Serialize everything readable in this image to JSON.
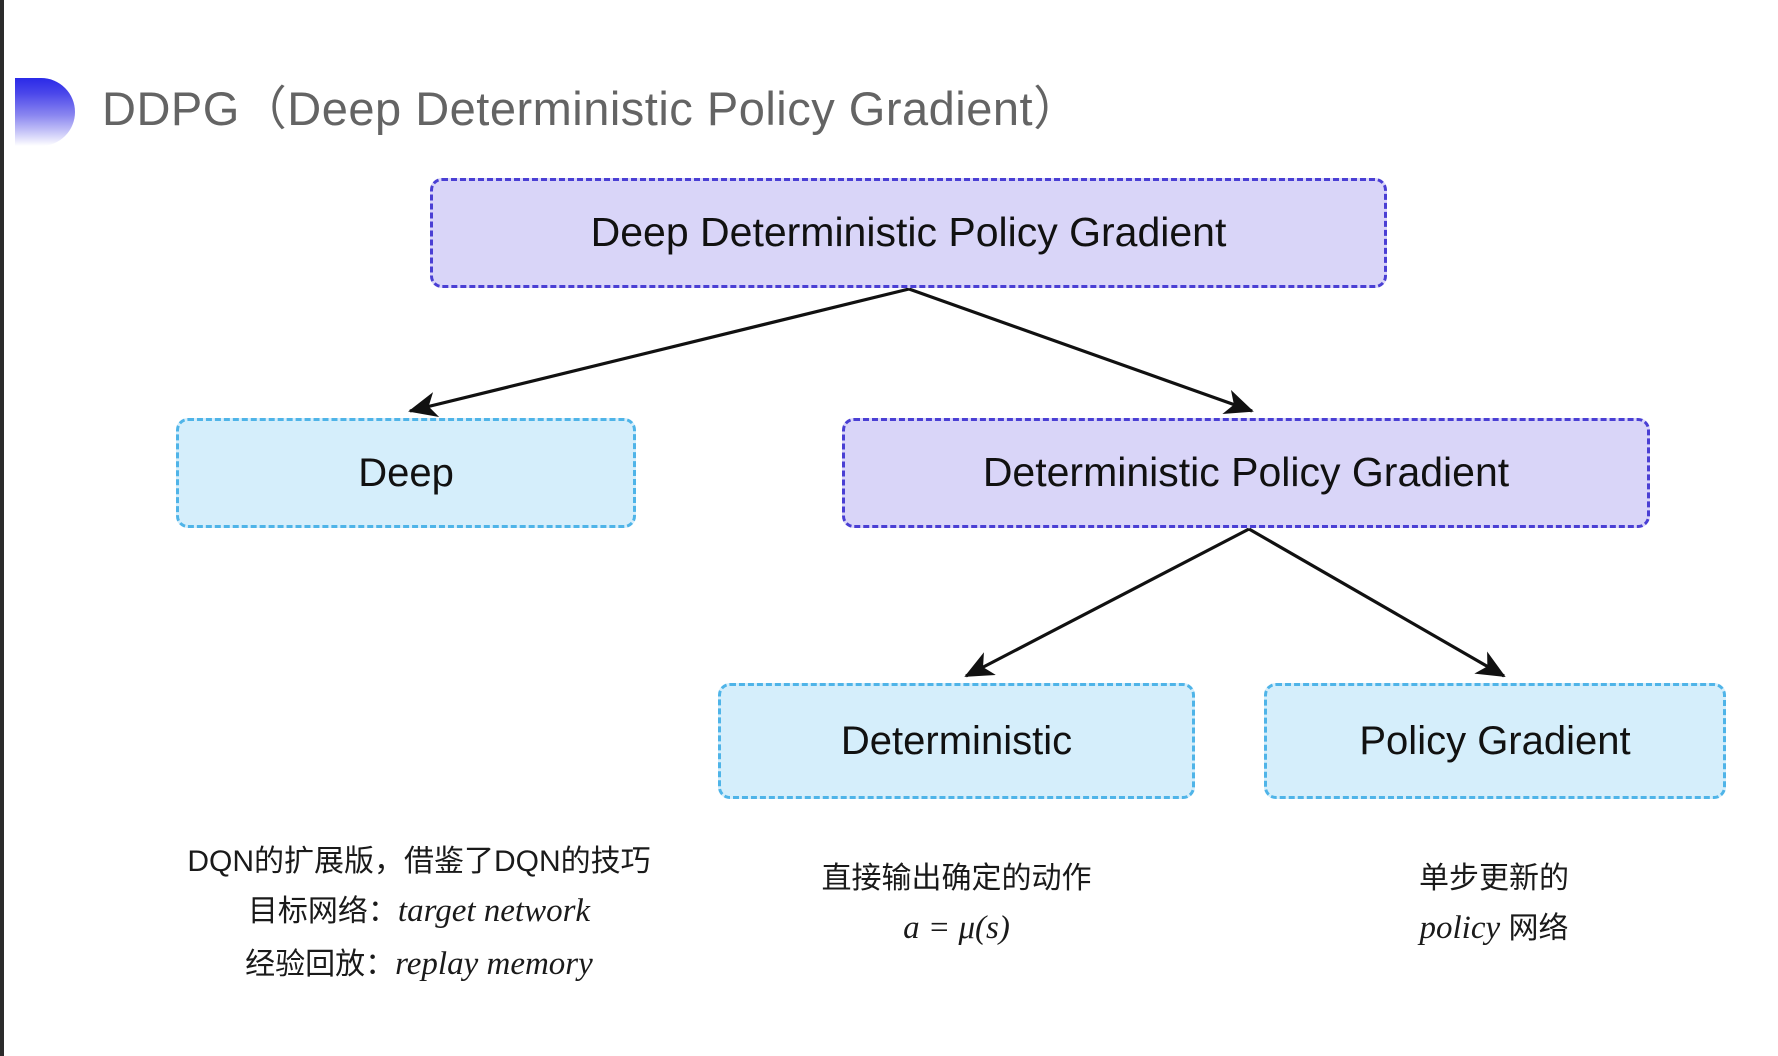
{
  "slide": {
    "title": "DDPG（Deep Deterministic Policy Gradient）",
    "bullet_icon": "half-circle-bullet-icon",
    "title_color": "#646464",
    "background_color": "#ffffff"
  },
  "colors": {
    "purple_fill": "#d9d5f8",
    "purple_border": "#4a3fd4",
    "cyan_fill": "#d5eefb",
    "cyan_border": "#4fb4e8",
    "arrow": "#000000",
    "text": "#111111"
  },
  "diagram": {
    "type": "tree",
    "nodes": {
      "root": {
        "label": "Deep Deterministic Policy Gradient",
        "style": "purple"
      },
      "deep": {
        "label": "Deep",
        "style": "cyan"
      },
      "dpg": {
        "label": "Deterministic Policy Gradient",
        "style": "purple"
      },
      "deterministic": {
        "label": "Deterministic",
        "style": "cyan"
      },
      "policy_gradient": {
        "label": "Policy Gradient",
        "style": "cyan"
      }
    },
    "edges": [
      {
        "from": "root",
        "to": "deep"
      },
      {
        "from": "root",
        "to": "dpg"
      },
      {
        "from": "dpg",
        "to": "deterministic"
      },
      {
        "from": "dpg",
        "to": "policy_gradient"
      }
    ]
  },
  "captions": {
    "deep": {
      "line1": "DQN的扩展版，借鉴了DQN的技巧",
      "line2_label": "目标网络：",
      "line2_term": "target network",
      "line3_label": "经验回放：",
      "line3_term": "replay memory"
    },
    "deterministic": {
      "line1": "直接输出确定的动作",
      "line2": "a = μ(s)"
    },
    "policy_gradient": {
      "line1": "单步更新的",
      "line2_term": "policy",
      "line2_rest": " 网络"
    }
  }
}
